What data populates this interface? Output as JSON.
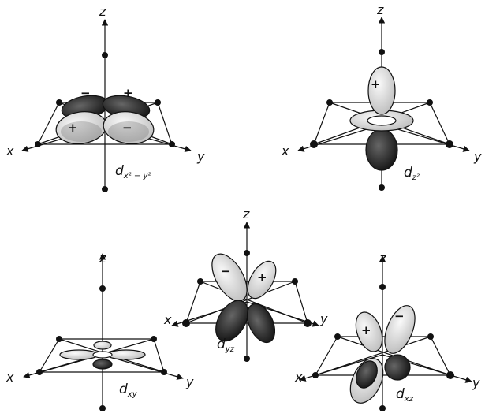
{
  "figure": {
    "axis_labels": {
      "x": "x",
      "y": "y",
      "z": "z"
    },
    "signs": {
      "plus": "+",
      "minus": "−"
    },
    "orbitals": [
      {
        "id": "dx2-y2",
        "name": "d",
        "subscript": "x² − y²"
      },
      {
        "id": "dz2",
        "name": "d",
        "subscript": "z²"
      },
      {
        "id": "dyz",
        "name": "d",
        "subscript": "yz"
      },
      {
        "id": "dxy",
        "name": "d",
        "subscript": "xy"
      },
      {
        "id": "dxz",
        "name": "d",
        "subscript": "xz"
      }
    ]
  },
  "colors": {
    "dark_lobe": "#2a2a2a",
    "light_lobe": "#e4e4e4",
    "line": "#111111",
    "background": "#ffffff"
  }
}
